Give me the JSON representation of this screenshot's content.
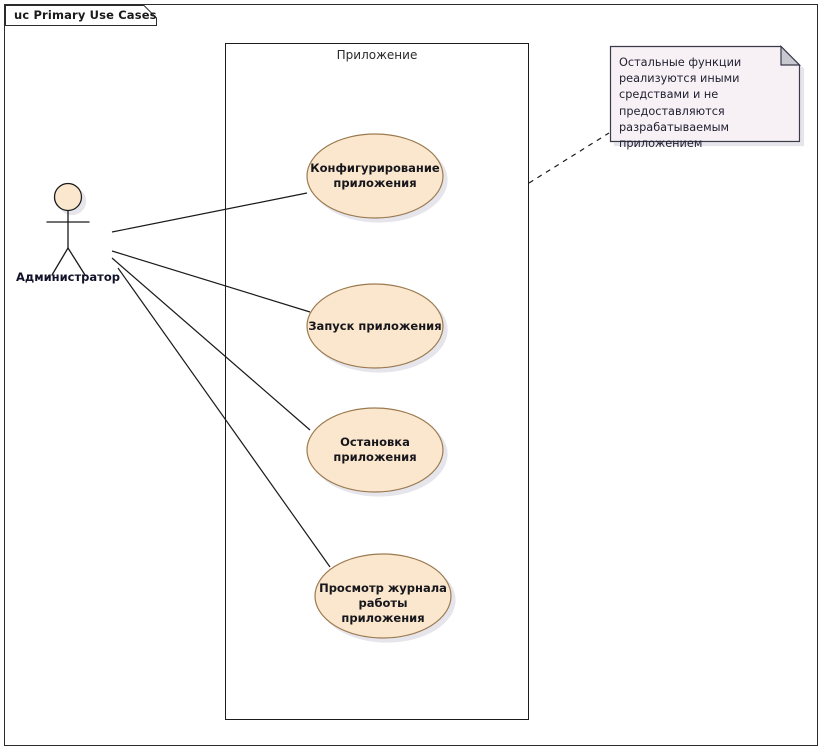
{
  "diagram": {
    "title_tab": "uc Primary Use Cases",
    "type": "uml-use-case-diagram",
    "colors": {
      "use_case_fill": "#fae7cd",
      "use_case_stroke": "#9c7a50",
      "actor_head_fill": "#fae7cd",
      "actor_stroke": "#1a1a1a",
      "note_fill": "#f7f0f5",
      "note_stroke": "#3a3a4a",
      "note_fold_fill": "#c8c8d0",
      "boundary_stroke": "#1c1c1c",
      "frame_stroke": "#2b2b2b",
      "shadow": "#b8b8c2",
      "label_color": "#16161c",
      "actor_label_color": "#12122a"
    },
    "system_boundary": {
      "label": "Приложение"
    },
    "actor": {
      "name": "Администратор"
    },
    "use_cases": [
      {
        "id": "uc-configure",
        "label": "Конфигурирование\nприложения"
      },
      {
        "id": "uc-start",
        "label": "Запуск приложения"
      },
      {
        "id": "uc-stop",
        "label": "Остановка\nприложения"
      },
      {
        "id": "uc-view-log",
        "label": "Просмотр журнала\nработы приложения"
      }
    ],
    "note": {
      "text": "Остальные функции реализуются иными средствами и не предоставляются разрабатываемым приложением"
    }
  }
}
